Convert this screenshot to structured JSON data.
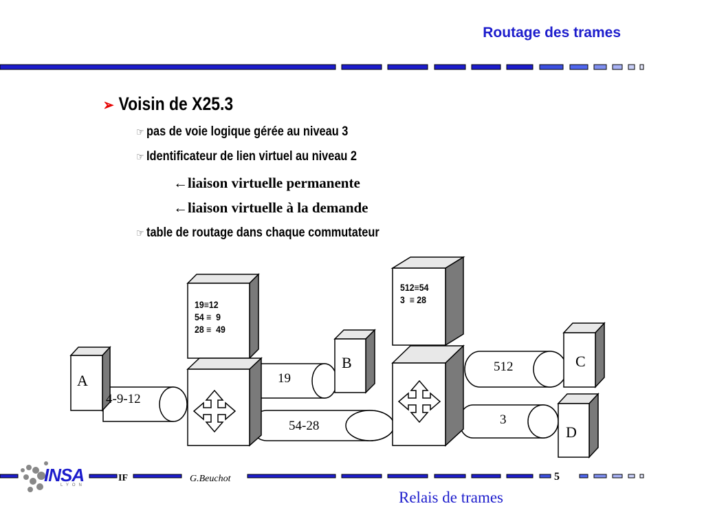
{
  "header": {
    "title": "Routage des trames"
  },
  "content": {
    "heading": "Voisin de X25.3",
    "bullets": [
      "pas de voie logique gérée au niveau 3",
      "Identificateur de lien virtuel au niveau 2",
      "table de routage dans chaque commutateur"
    ],
    "sub_bullets": [
      "liaison virtuelle permanente",
      "liaison virtuelle à la demande"
    ]
  },
  "diagram": {
    "nodes": {
      "a": "A",
      "b": "B",
      "c": "C",
      "d": "D"
    },
    "links": {
      "a_sw1": "4-9-12",
      "sw1_b": "19",
      "sw1_sw2": "54-28",
      "sw2_c": "512",
      "sw2_d": "3"
    },
    "table1": [
      "19≡12",
      "54 ≡  9",
      "28 ≡  49"
    ],
    "table2": [
      "512≡54",
      "3  ≡ 28"
    ]
  },
  "footer": {
    "logo": "INSA",
    "logo_sub": "LYON",
    "dept": "IF",
    "author": "G.Beuchot",
    "page": "5",
    "course": "Relais de trames"
  },
  "colors": {
    "accent": "#1c1ccc",
    "bullet_arrow": "#e60000"
  }
}
